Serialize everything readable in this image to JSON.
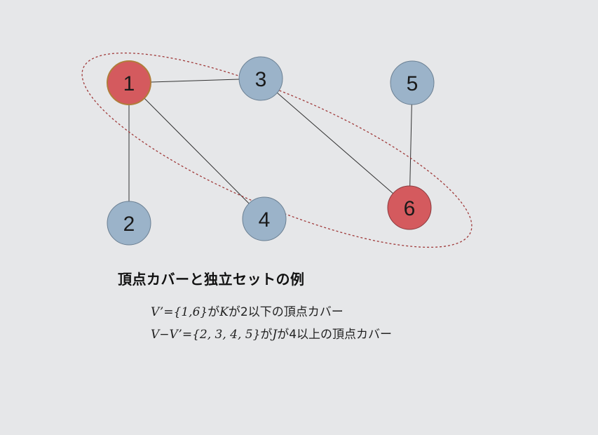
{
  "nodes": [
    {
      "id": "1",
      "label": "1",
      "color": "#d45a5e",
      "stroke": "#b07c3a"
    },
    {
      "id": "2",
      "label": "2",
      "color": "#9bb3c9",
      "stroke": "#6a7f92"
    },
    {
      "id": "3",
      "label": "3",
      "color": "#9bb3c9",
      "stroke": "#6a7f92"
    },
    {
      "id": "4",
      "label": "4",
      "color": "#9bb3c9",
      "stroke": "#6a7f92"
    },
    {
      "id": "5",
      "label": "5",
      "color": "#9bb3c9",
      "stroke": "#6a7f92"
    },
    {
      "id": "6",
      "label": "6",
      "color": "#d45a5e",
      "stroke": "#8a3a3e"
    }
  ],
  "edges": [
    [
      "1",
      "2"
    ],
    [
      "1",
      "3"
    ],
    [
      "1",
      "4"
    ],
    [
      "3",
      "6"
    ],
    [
      "5",
      "6"
    ]
  ],
  "cover_ellipse_color": "#a03a3a",
  "caption": {
    "title": "頂点カバーと独立セットの例",
    "line1": {
      "a": "V’={1,6}",
      "b": "が",
      "c": "K",
      "d": "が2以下の頂点カバー"
    },
    "line2": {
      "a": "V−V’={2, 3, 4, 5}",
      "b": "が",
      "c": "J",
      "d": "が4以上の頂点カバー"
    }
  }
}
